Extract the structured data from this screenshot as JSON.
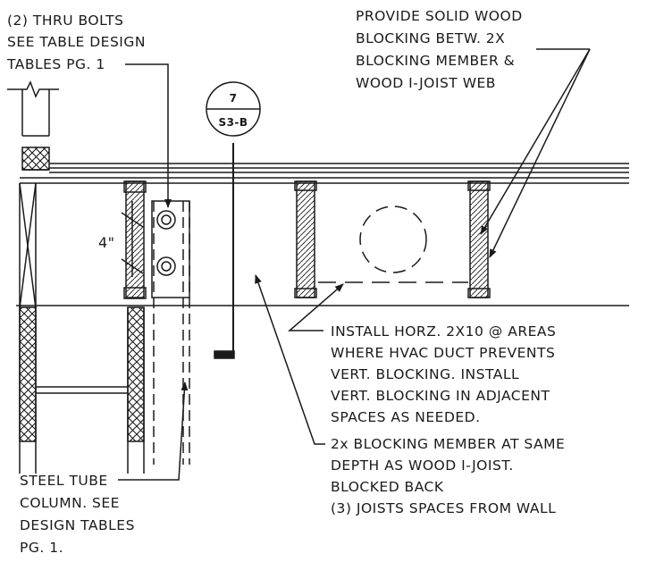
{
  "notes": {
    "thru_bolts": [
      "(2) THRU BOLTS",
      "SEE TABLE DESIGN",
      "TABLES PG. 1"
    ],
    "solid_blocking": [
      "PROVIDE SOLID WOOD",
      "BLOCKING BETW. 2X",
      "BLOCKING MEMBER &",
      "WOOD I-JOIST WEB"
    ],
    "horz_blocking": [
      "INSTALL HORZ. 2X10 @ AREAS",
      "WHERE HVAC DUCT PREVENTS",
      "VERT. BLOCKING.  INSTALL",
      "VERT. BLOCKING IN ADJACENT",
      "SPACES AS NEEDED."
    ],
    "blocking_member": [
      "2x BLOCKING MEMBER AT SAME",
      "DEPTH AS WOOD I-JOIST.",
      "BLOCKED BACK",
      "(3) JOISTS SPACES FROM WALL"
    ],
    "steel_tube": [
      "STEEL TUBE",
      "COLUMN.  SEE",
      "DESIGN TABLES",
      "PG. 1."
    ]
  },
  "dimension": {
    "bolt_spacing": "4\""
  },
  "section_tag": {
    "number": "7",
    "sheet": "S3-B"
  },
  "colors": {
    "ink": "#1a1a1a",
    "paper": "#ffffff"
  }
}
